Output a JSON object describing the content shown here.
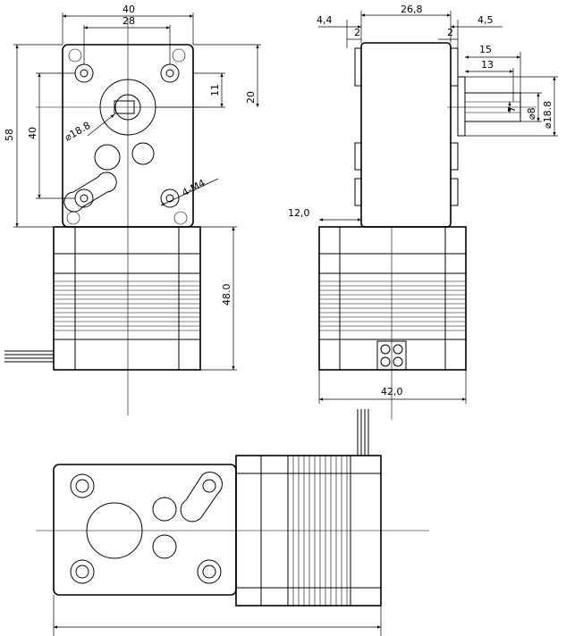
{
  "front_view": {
    "width_outer": "40",
    "hole_pitch_x": "28",
    "total_height": "58",
    "hole_pitch_y": "40",
    "shaft_offset_y": "11",
    "shaft_offset_x": "20",
    "boss_diameter": "⌀18.8",
    "mount_holes": "4-M4",
    "motor_length": "48.0"
  },
  "side_view": {
    "body_width": "26,8",
    "left_offset": "4,4",
    "right_offset": "4,5",
    "left_small": "2",
    "right_small": "2",
    "shaft_length": "15",
    "key_length": "13",
    "key_width": "7",
    "shaft_diameter": "⌀8",
    "boss_diameter": "⌀18.8",
    "gearbox_offset": "12,0",
    "motor_width": "42,0"
  }
}
